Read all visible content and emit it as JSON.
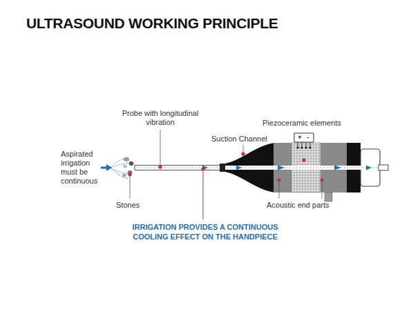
{
  "diagram": {
    "title": "ULTRASOUND WORKING PRINCIPLE",
    "labels": [
      "Probe with longitudinal vibration",
      "Suction Channel",
      "Piezoceramic elements",
      "+",
      "-",
      "Aspirated irrigation must be continuous",
      "Stones",
      "Acoustic end parts",
      "IRRIGATION PROVIDES A CONTINUOUS COOLING EFFECT ON THE HANDPIECE"
    ]
  }
}
